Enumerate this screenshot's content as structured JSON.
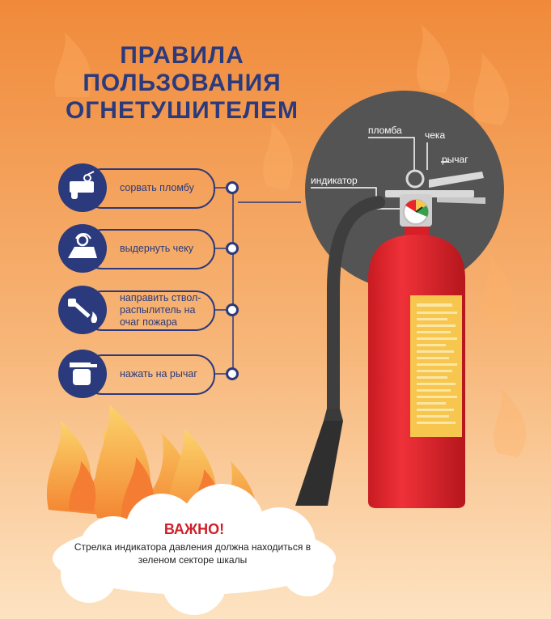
{
  "title_lines": [
    "ПРАВИЛА",
    "ПОЛЬЗОВАНИЯ",
    "ОГНЕТУШИТЕЛЕМ"
  ],
  "steps": [
    {
      "text": "сорвать пломбу",
      "icon": "seal-pull-icon"
    },
    {
      "text": "выдернуть чеку",
      "icon": "pin-pull-icon"
    },
    {
      "text": "направить ствол-распылитель на очаг пожара",
      "icon": "nozzle-aim-icon"
    },
    {
      "text": "нажать на рычаг",
      "icon": "lever-press-icon"
    }
  ],
  "parts": {
    "seal": "пломба",
    "pin": "чека",
    "lever": "рычаг",
    "indicator": "индикатор"
  },
  "important": {
    "heading": "ВАЖНО!",
    "note": "Стрелка индикатора давления должна находиться в зеленом секторе шкалы"
  },
  "colors": {
    "background_top": "#f08a3a",
    "background_bottom": "#fde3c2",
    "navy": "#2b3a7c",
    "title": "#2b3a7c",
    "extinguisher_red": "#e8252b",
    "dark_disc": "#545454",
    "label_panel": "#f6c64f",
    "important_red": "#d0202a"
  }
}
